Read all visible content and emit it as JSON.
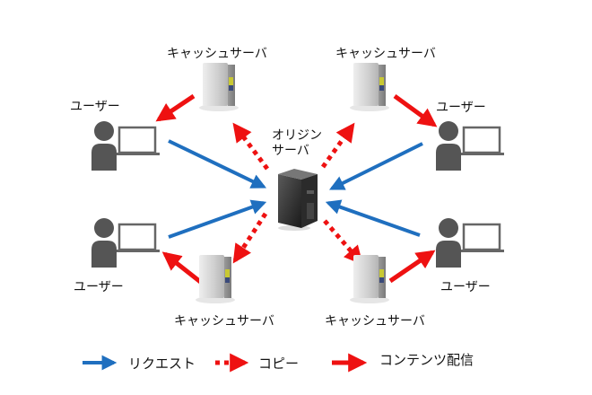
{
  "diagram": {
    "title": "CDN content delivery overview",
    "origin_server": {
      "label_line1": "オリジン",
      "label_line2": "サーバ"
    },
    "cache_servers": [
      {
        "id": "top-left",
        "label": "キャッシュサーバ"
      },
      {
        "id": "top-right",
        "label": "キャッシュサーバ"
      },
      {
        "id": "bottom-left",
        "label": "キャッシュサーバ"
      },
      {
        "id": "bottom-right",
        "label": "キャッシュサーバ"
      }
    ],
    "users": [
      {
        "id": "top-left",
        "label": "ユーザー"
      },
      {
        "id": "top-right",
        "label": "ユーザー"
      },
      {
        "id": "bottom-left",
        "label": "ユーザー"
      },
      {
        "id": "bottom-right",
        "label": "ユーザー"
      }
    ],
    "edges": [
      {
        "type": "request",
        "from": "user top-left",
        "to": "origin"
      },
      {
        "type": "request",
        "from": "user bottom-left",
        "to": "origin"
      },
      {
        "type": "request",
        "from": "user top-right",
        "to": "origin"
      },
      {
        "type": "request",
        "from": "user bottom-right",
        "to": "origin"
      },
      {
        "type": "copy",
        "from": "origin",
        "to": "cache top-left"
      },
      {
        "type": "copy",
        "from": "origin",
        "to": "cache top-right"
      },
      {
        "type": "copy",
        "from": "origin",
        "to": "cache bottom-left"
      },
      {
        "type": "copy",
        "from": "origin",
        "to": "cache bottom-right"
      },
      {
        "type": "delivery",
        "from": "cache top-left",
        "to": "user top-left"
      },
      {
        "type": "delivery",
        "from": "cache top-right",
        "to": "user top-right"
      },
      {
        "type": "delivery",
        "from": "cache bottom-left",
        "to": "user bottom-left"
      },
      {
        "type": "delivery",
        "from": "cache bottom-right",
        "to": "user bottom-right"
      }
    ]
  },
  "legend": {
    "request": "リクエスト",
    "copy": "コピー",
    "delivery": "コンテンツ配信"
  },
  "colors": {
    "request": "#1f6fbf",
    "copy": "#ee1111",
    "delivery": "#ee1111",
    "user_icon": "#555555",
    "origin_server": "#2a2a2a",
    "cache_server": "#d4d4d4"
  }
}
